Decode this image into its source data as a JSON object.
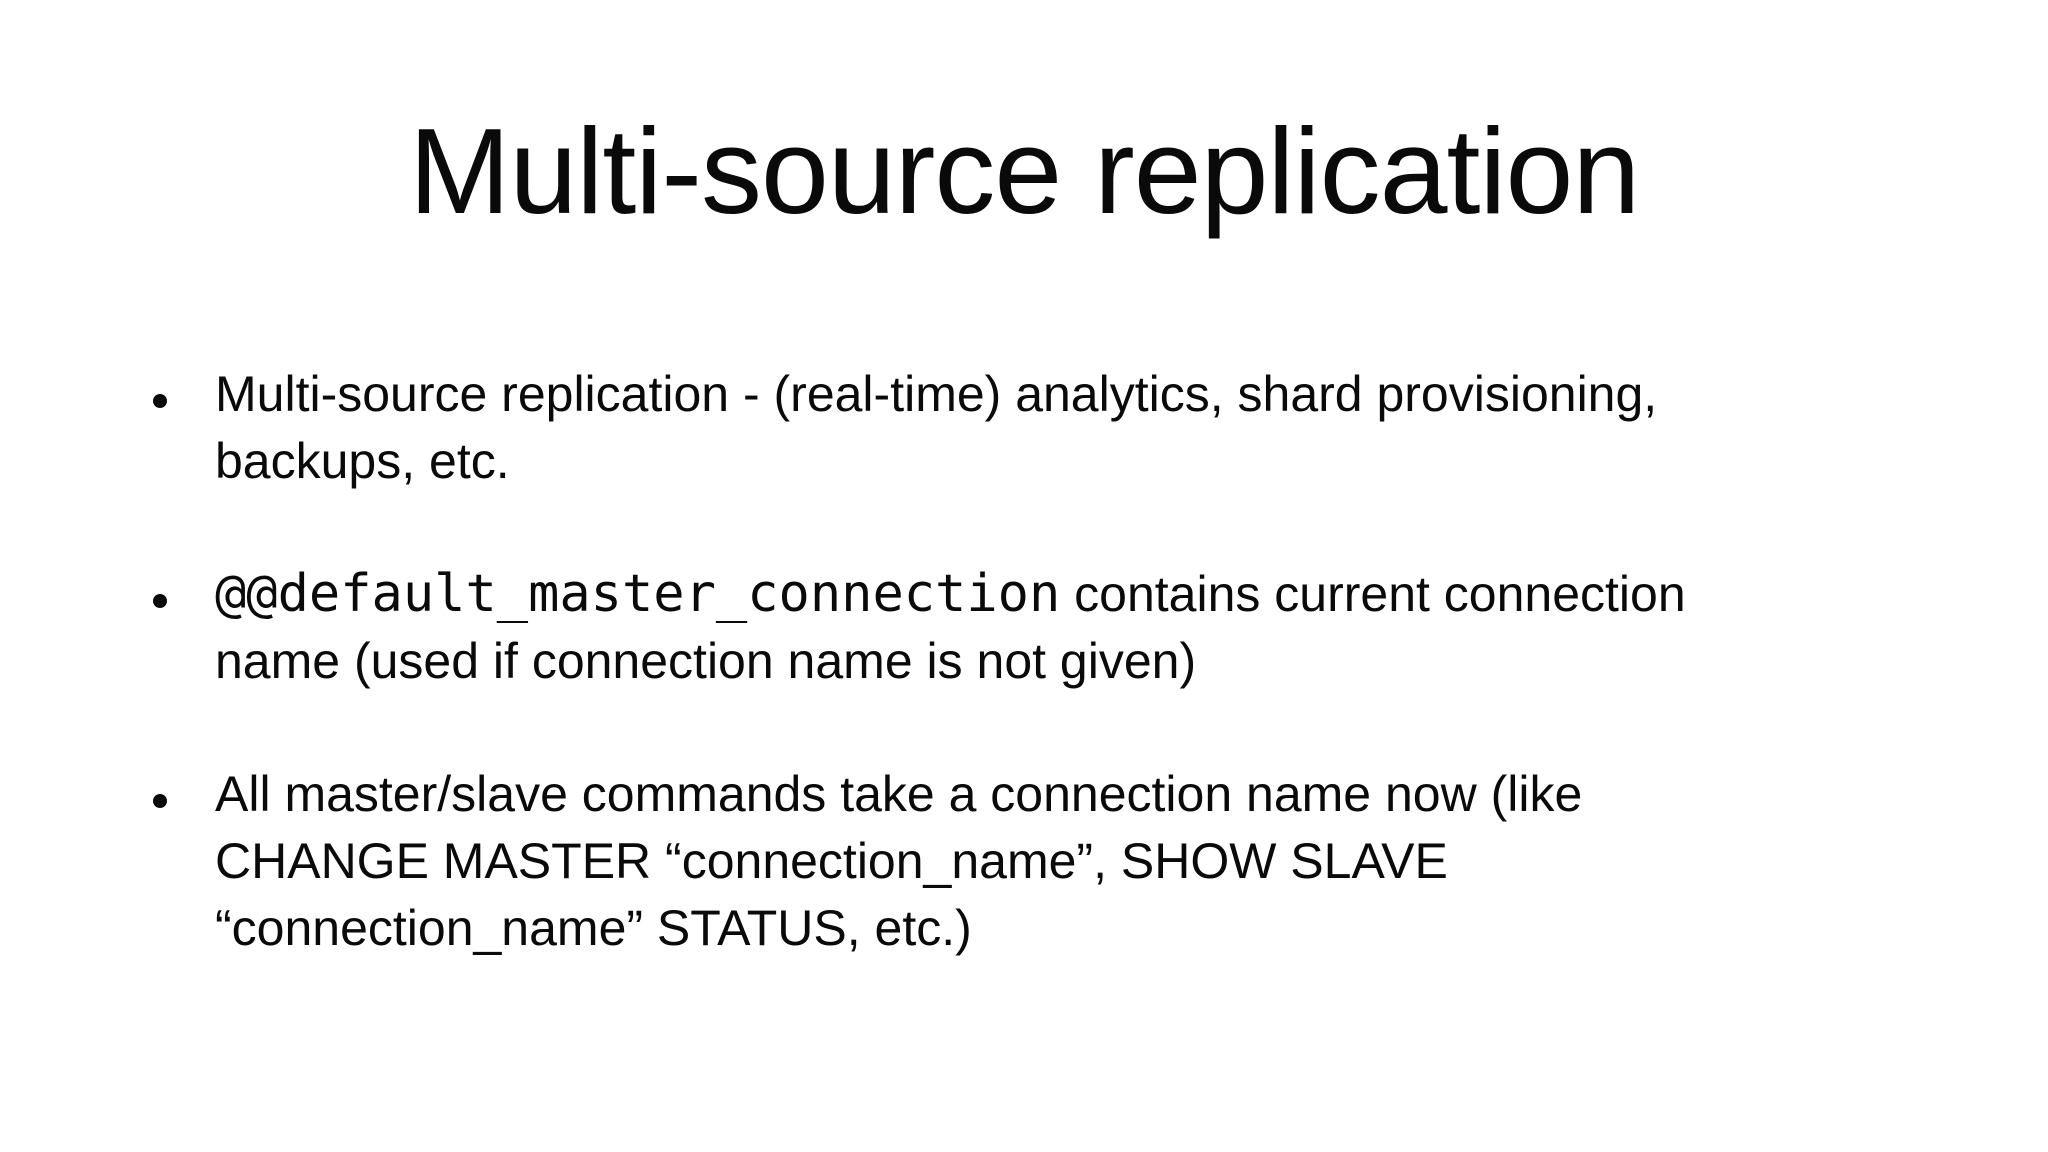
{
  "slide": {
    "title": "Multi-source replication",
    "text_color": "#0a0a0a",
    "background_color": "#ffffff",
    "bullets": [
      {
        "lines": [
          [
            {
              "text": "Multi-source replication - (real-time) analytics, shard provisioning,",
              "mono": false
            }
          ],
          [
            {
              "text": "backups, etc.",
              "mono": false
            }
          ]
        ]
      },
      {
        "lines": [
          [
            {
              "text": "@@default_master_connection",
              "mono": true
            },
            {
              "text": " contains current connection",
              "mono": false
            }
          ],
          [
            {
              "text": "name (used if connection name is not given)",
              "mono": false
            }
          ]
        ]
      },
      {
        "lines": [
          [
            {
              "text": "All master/slave commands take a connection name now (like",
              "mono": false
            }
          ],
          [
            {
              "text": "CHANGE MASTER “connection_name”, SHOW SLAVE",
              "mono": false
            }
          ],
          [
            {
              "text": "“connection_name” STATUS, etc.)",
              "mono": false
            }
          ]
        ]
      }
    ]
  }
}
